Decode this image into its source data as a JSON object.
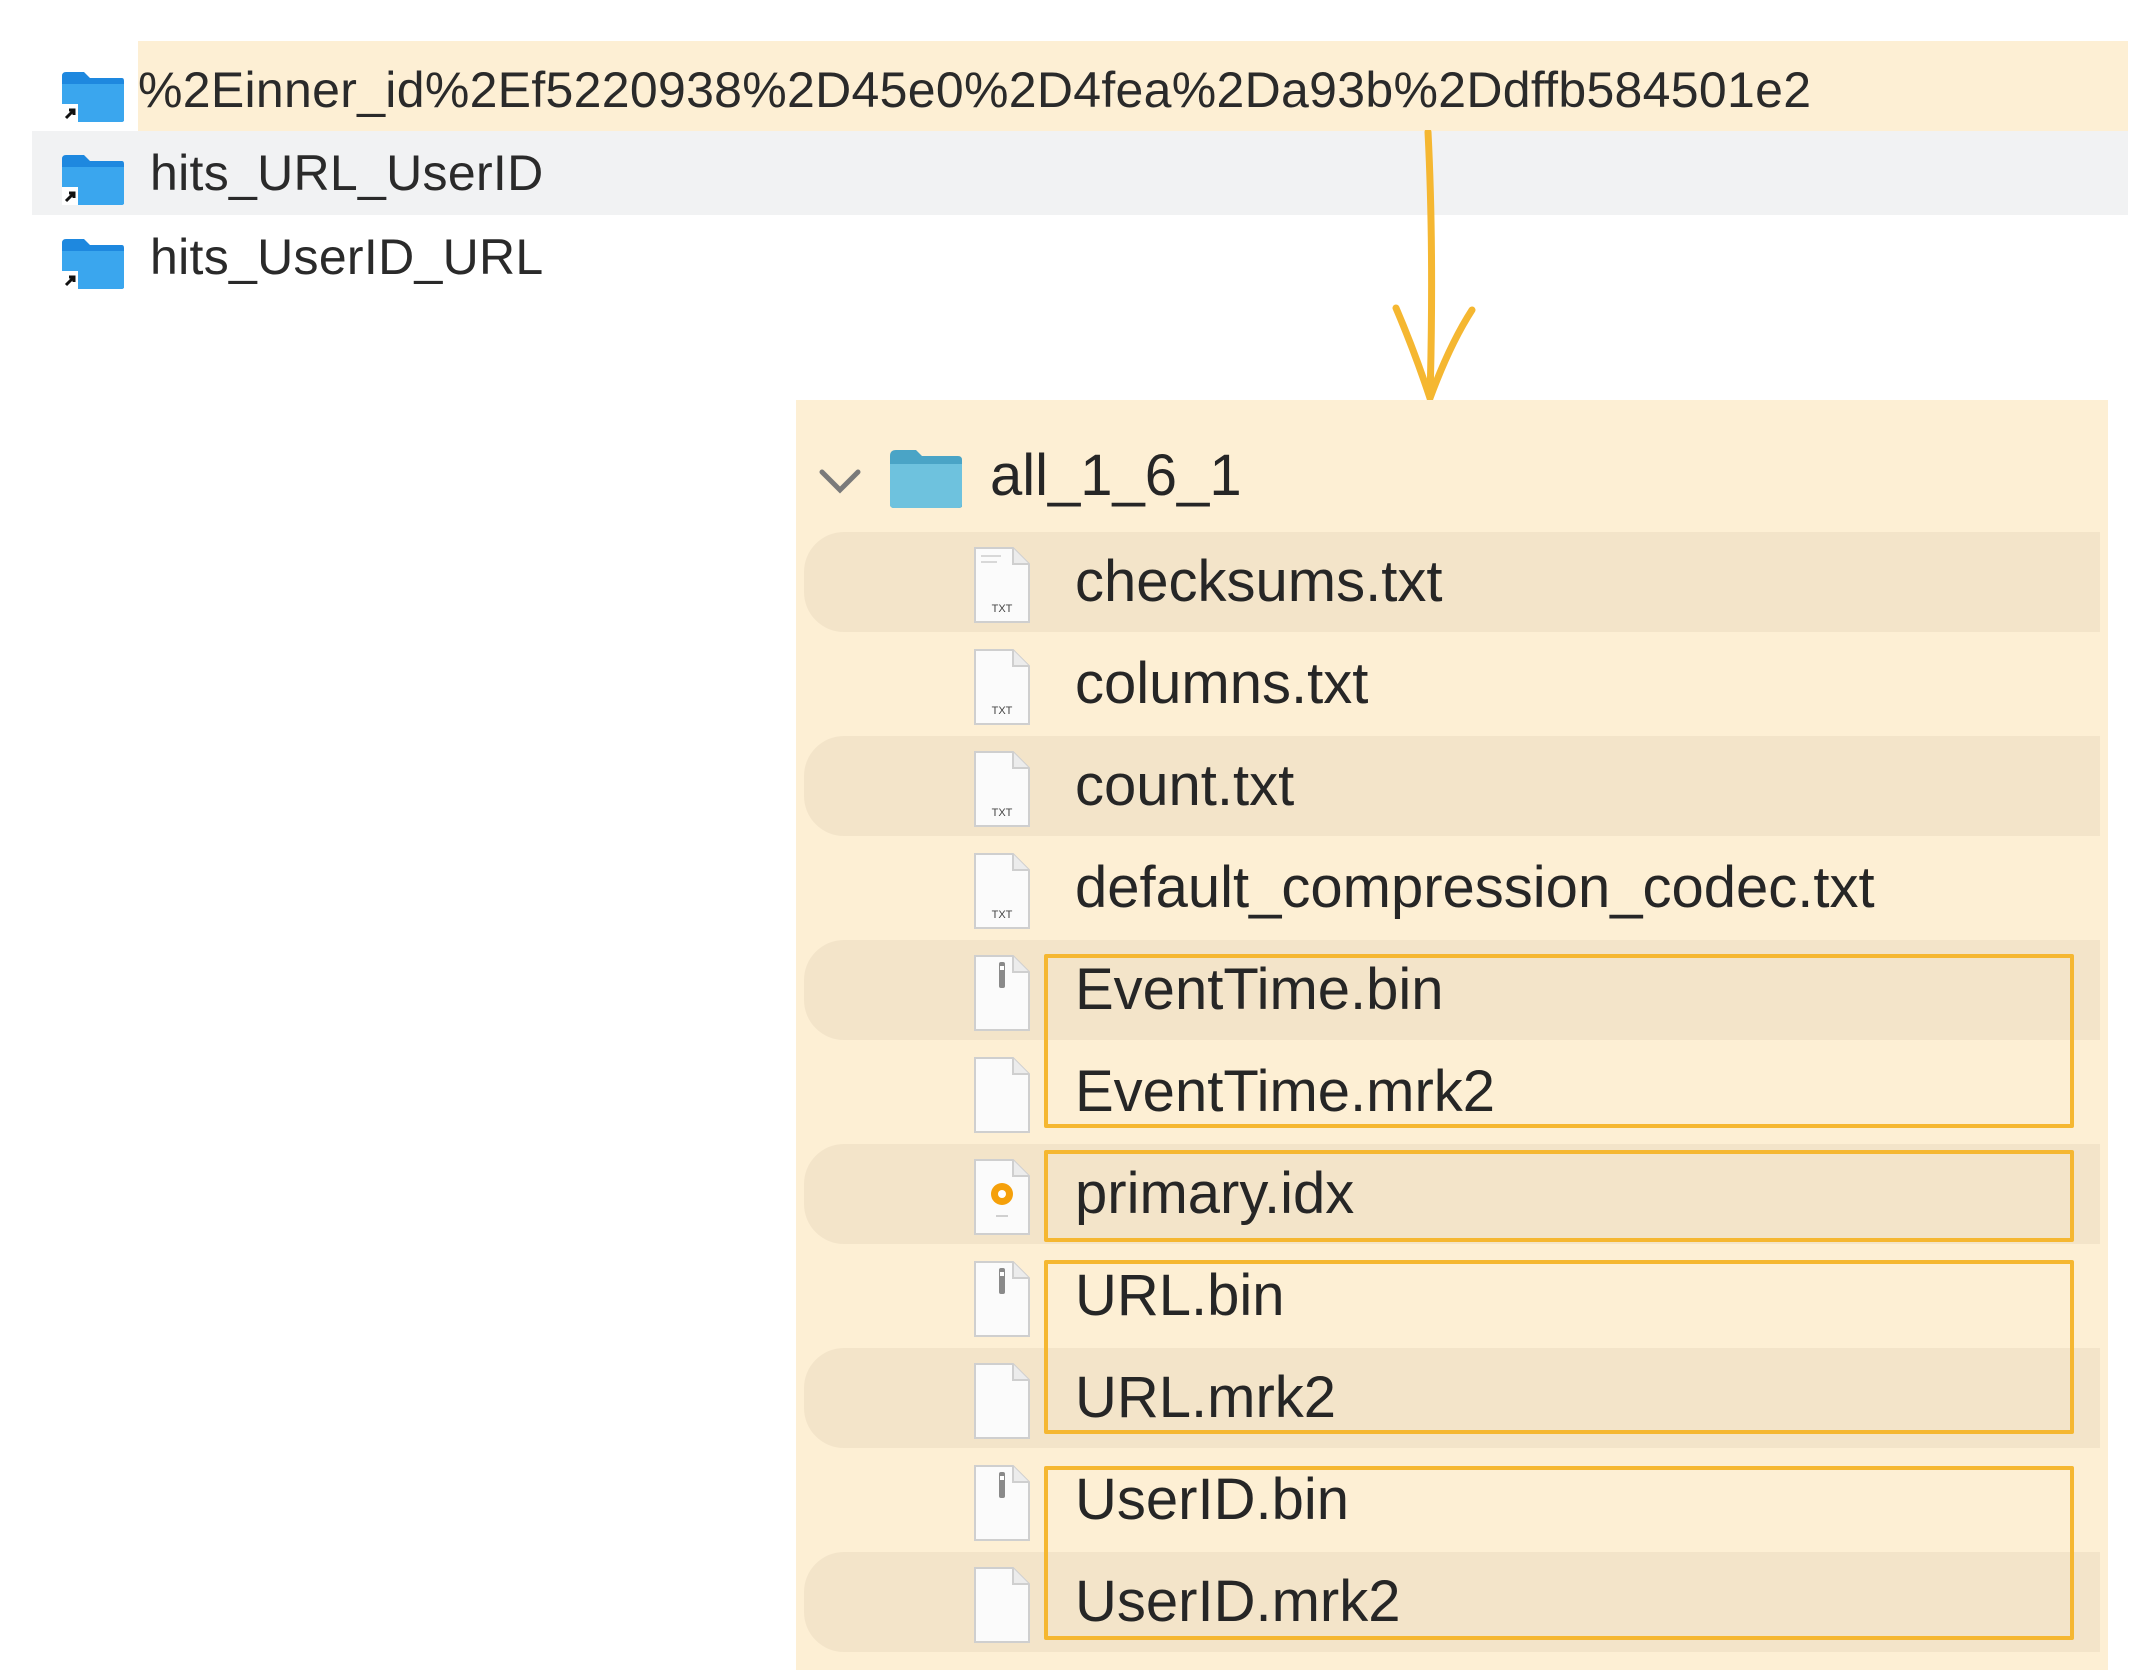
{
  "top_list": {
    "items": [
      {
        "name": "%2Einner_id%2Ef5220938%2D45e0%2D4fea%2Da93b%2Ddffb584501e2",
        "icon": "folder-alias-icon"
      },
      {
        "name": "hits_URL_UserID",
        "icon": "folder-alias-icon"
      },
      {
        "name": "hits_UserID_URL",
        "icon": "folder-alias-icon"
      }
    ]
  },
  "detail": {
    "folder": {
      "name": "all_1_6_1",
      "icon": "folder-icon",
      "expanded": true
    },
    "files": [
      {
        "name": "checksums.txt",
        "icon": "txt-file-icon"
      },
      {
        "name": "columns.txt",
        "icon": "txt-file-icon"
      },
      {
        "name": "count.txt",
        "icon": "txt-file-icon"
      },
      {
        "name": "default_compression_codec.txt",
        "icon": "txt-file-icon"
      },
      {
        "name": "EventTime.bin",
        "icon": "binary-file-icon"
      },
      {
        "name": "EventTime.mrk2",
        "icon": "blank-file-icon"
      },
      {
        "name": "primary.idx",
        "icon": "media-file-icon"
      },
      {
        "name": "URL.bin",
        "icon": "binary-file-icon"
      },
      {
        "name": "URL.mrk2",
        "icon": "blank-file-icon"
      },
      {
        "name": "UserID.bin",
        "icon": "binary-file-icon"
      },
      {
        "name": "UserID.mrk2",
        "icon": "blank-file-icon"
      }
    ]
  },
  "txt_label": "TXT",
  "colors": {
    "highlight": "#fdefd4",
    "stripe": "#f3e4c9",
    "accent": "#f5b731",
    "folder_blue": "#3aa6ee",
    "folder_teal": "#5ab7d6"
  }
}
